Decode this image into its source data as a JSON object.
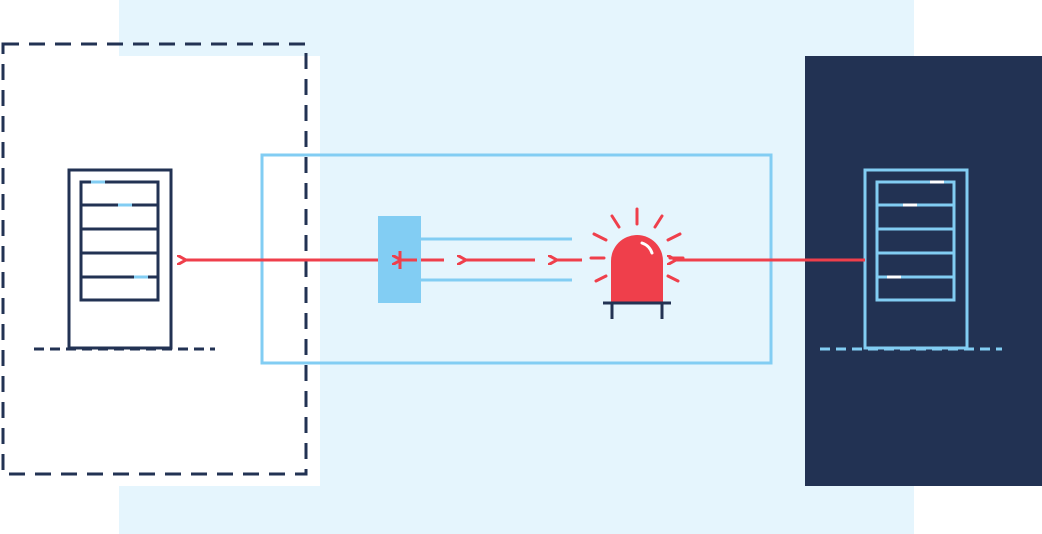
{
  "diagram": {
    "description_visible_text": "",
    "colors": {
      "background": "#ffffff",
      "light_zone": "#e5f5fd",
      "dark_zone": "#223253",
      "navy": "#223253",
      "light_blue": "#82cdf3",
      "red": "#ef3f4b",
      "white": "#ffffff"
    },
    "nodes": [
      {
        "id": "source-server",
        "icon": "server-rack-icon",
        "style": "light-on-dark"
      },
      {
        "id": "alarm",
        "icon": "siren-alarm-icon"
      },
      {
        "id": "filter-block",
        "icon": "filter-block-icon"
      },
      {
        "id": "target-server",
        "icon": "server-rack-icon",
        "style": "dark-on-white"
      }
    ],
    "zones": [
      {
        "id": "external-zone",
        "style": "solid-dark"
      },
      {
        "id": "protected-zone",
        "style": "dashed"
      },
      {
        "id": "inspection-zone",
        "style": "outlined"
      }
    ],
    "edges": [
      {
        "from": "source-server",
        "to": "alarm"
      },
      {
        "from": "alarm",
        "to": "filter-block"
      },
      {
        "from": "filter-block",
        "to": "target-server"
      }
    ]
  }
}
